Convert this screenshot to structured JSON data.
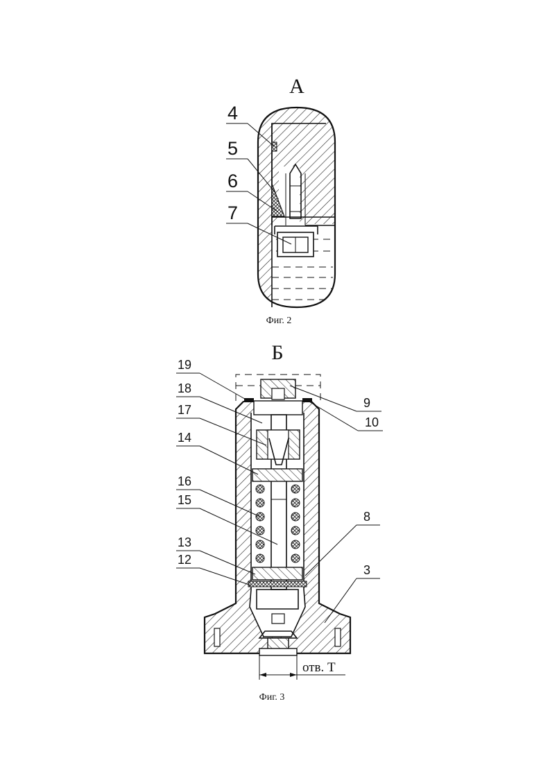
{
  "figure_a": {
    "view_letter": "А",
    "caption": "Фиг. 2",
    "callouts": [
      "4",
      "5",
      "6",
      "7"
    ]
  },
  "figure_b": {
    "view_letter": "Б",
    "caption": "Фиг. 3",
    "callouts_left": [
      "19",
      "18",
      "17",
      "14",
      "16",
      "15",
      "13",
      "12"
    ],
    "callouts_right": [
      "9",
      "10",
      "8",
      "3"
    ],
    "dimension_label": "отв. Т"
  }
}
